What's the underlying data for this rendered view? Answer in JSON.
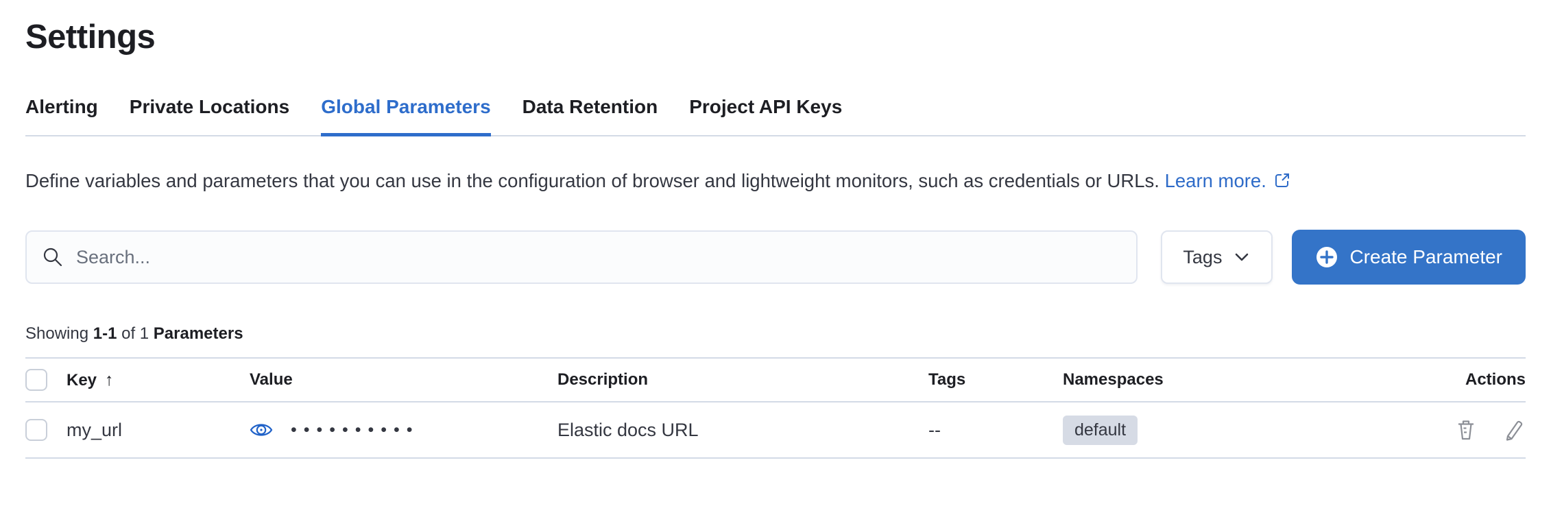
{
  "page_title": "Settings",
  "tabs": [
    {
      "label": "Alerting",
      "selected": false
    },
    {
      "label": "Private Locations",
      "selected": false
    },
    {
      "label": "Global Parameters",
      "selected": true
    },
    {
      "label": "Data Retention",
      "selected": false
    },
    {
      "label": "Project API Keys",
      "selected": false
    }
  ],
  "description": {
    "text": "Define variables and parameters that you can use in the configuration of browser and lightweight monitors, such as credentials or URLs.",
    "link_label": "Learn more."
  },
  "toolbar": {
    "search_placeholder": "Search...",
    "search_value": "",
    "tags_button": "Tags",
    "create_button": "Create Parameter"
  },
  "summary": {
    "showing": "Showing",
    "range": "1-1",
    "of": "of 1",
    "entity": "Parameters"
  },
  "table": {
    "headers": {
      "key": "Key",
      "value": "Value",
      "description": "Description",
      "tags": "Tags",
      "namespaces": "Namespaces",
      "actions": "Actions"
    },
    "sort_icon": "↑",
    "rows": [
      {
        "key": "my_url",
        "masked_value": "••••••••••",
        "description": "Elastic docs URL",
        "tags": "--",
        "namespaces": "default"
      }
    ]
  },
  "icons": {
    "search": "magnifier-icon",
    "tags": "chevron-down-icon",
    "create": "plus-in-circle-icon",
    "link": "external-link-icon",
    "value_reveal": "eye-icon",
    "row_actions": [
      "trash-icon",
      "pencil-icon"
    ]
  },
  "colors": {
    "accent_blue": "#2e6dcb",
    "button_blue": "#3474c8",
    "text_dark": "#1d1e23",
    "text_body": "#343741",
    "border_light": "#d3dae6",
    "badge_bg": "#d6dbe5",
    "icon_gray": "#8c8f96",
    "placeholder_gray": "#69707d"
  }
}
